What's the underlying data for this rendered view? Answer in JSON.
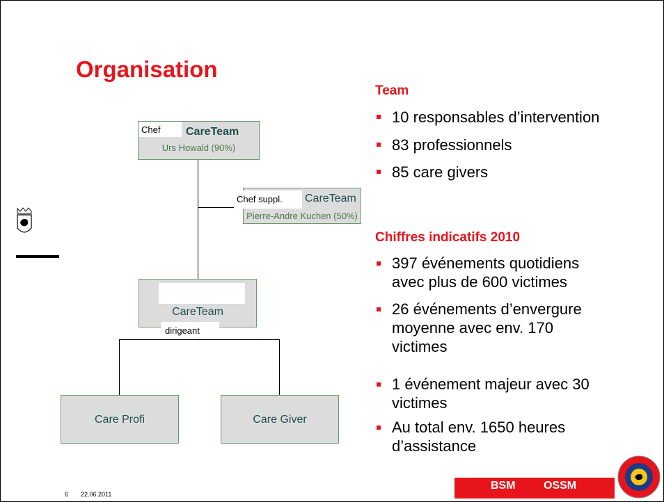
{
  "title": "Organisation",
  "org": {
    "top": {
      "mask": "Chef",
      "title": "CareTeam",
      "sub": "Urs Howald  (90%)"
    },
    "deputy": {
      "mask": "Chef suppl.",
      "title": "CareTeam",
      "sub": "Pierre-Andre Kuchen (50%)"
    },
    "middle": {
      "title": "CareTeam",
      "mask": "dirigeant"
    },
    "left": {
      "title": "Care Profi"
    },
    "right": {
      "title": "Care Giver"
    }
  },
  "team": {
    "heading": "Team",
    "items": [
      "10 responsables d’intervention",
      "83 professionnels",
      "85 care givers"
    ]
  },
  "figures": {
    "heading": "Chiffres indicatifs 2010",
    "items": [
      [
        "397 événements quotidiens",
        "avec plus de 600 victimes"
      ],
      [
        "26 événements d’envergure",
        "moyenne avec env. 170",
        "victimes"
      ],
      [
        "1 événement majeur avec 30",
        "victimes"
      ],
      [
        "Au total env. 1650 heures",
        "d’assistance"
      ]
    ]
  },
  "footer": {
    "page": "6",
    "date": "22.06.2011"
  },
  "logos": {
    "bsm": "BSM",
    "ossm": "OSSM"
  },
  "colors": {
    "accent": "#e8141c",
    "box": "#dcdcdc"
  }
}
